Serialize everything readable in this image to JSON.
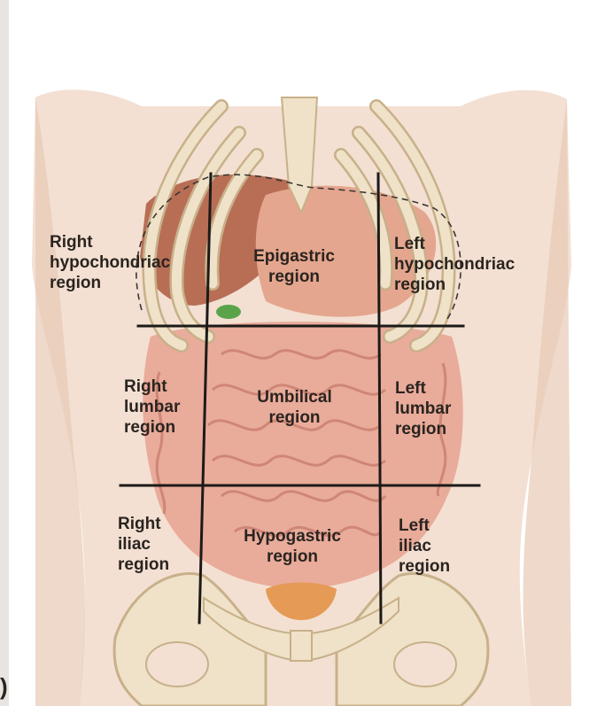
{
  "colors": {
    "paper": "#ffffff",
    "skin_light": "#f3e0d2",
    "skin_shadow": "#d9b29b",
    "bone": "#efe2c8",
    "bone_shadow": "#c8b08a",
    "liver": "#b86e55",
    "stomach": "#e4a68e",
    "intestine": "#e9ab9a",
    "intestine_dark": "#c77a6a",
    "gallbladder": "#5aa34a",
    "bladder": "#e59a56",
    "grid_line": "#1c1a18",
    "diaphragm_dash": "#3a3634",
    "label_text": "#2a2420"
  },
  "regions": [
    {
      "id": "right-hypochondriac",
      "lines": [
        "Right",
        "hypochondriac",
        "region"
      ]
    },
    {
      "id": "epigastric",
      "lines": [
        "Epigastric",
        "region"
      ]
    },
    {
      "id": "left-hypochondriac",
      "lines": [
        "Left",
        "hypochondriac",
        "region"
      ]
    },
    {
      "id": "right-lumbar",
      "lines": [
        "Right",
        "lumbar",
        "region"
      ]
    },
    {
      "id": "umbilical",
      "lines": [
        "Umbilical",
        "region"
      ]
    },
    {
      "id": "left-lumbar",
      "lines": [
        "Left",
        "lumbar",
        "region"
      ]
    },
    {
      "id": "right-iliac",
      "lines": [
        "Right",
        "iliac",
        "region"
      ]
    },
    {
      "id": "hypogastric",
      "lines": [
        "Hypogastric",
        "region"
      ]
    },
    {
      "id": "left-iliac",
      "lines": [
        "Left",
        "iliac",
        "region"
      ]
    }
  ],
  "edge_mark": ")"
}
